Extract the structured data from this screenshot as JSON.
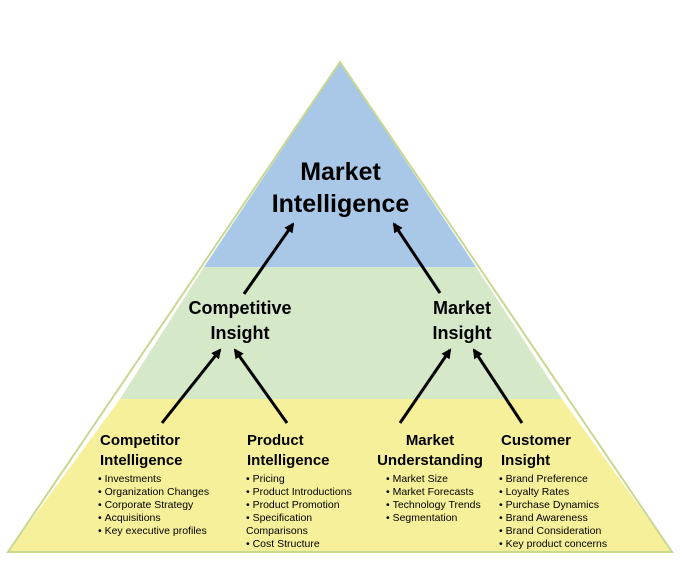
{
  "apex": {
    "line1": "Market",
    "line2": "Intelligence"
  },
  "middle": {
    "left": {
      "line1": "Competitive",
      "line2": "Insight"
    },
    "right": {
      "line1": "Market",
      "line2": "Insight"
    }
  },
  "base": [
    {
      "line1": "Competitor",
      "line2": "Intelligence",
      "items": [
        "Investments",
        "Organization Changes",
        "Corporate Strategy",
        "Acquisitions",
        "Key executive profiles"
      ]
    },
    {
      "line1": "Product",
      "line2": "Intelligence",
      "items": [
        "Pricing",
        "Product Introductions",
        "Product Promotion",
        "Specification\nComparisons",
        "Cost Structure"
      ]
    },
    {
      "line1": "Market",
      "line2": "Understanding",
      "items": [
        "Market Size",
        "Market Forecasts",
        "Technology Trends",
        "Segmentation"
      ]
    },
    {
      "line1": "Customer",
      "line2": "Insight",
      "items": [
        "Brand Preference",
        "Loyalty Rates",
        "Purchase Dynamics",
        "Brand Awareness",
        "Brand Consideration",
        "Key product concerns"
      ]
    }
  ],
  "colors": {
    "top": "#a9c8e8",
    "middle": "#d5e8c8",
    "bottom": "#f7f09a",
    "outline": "#c8d890"
  }
}
